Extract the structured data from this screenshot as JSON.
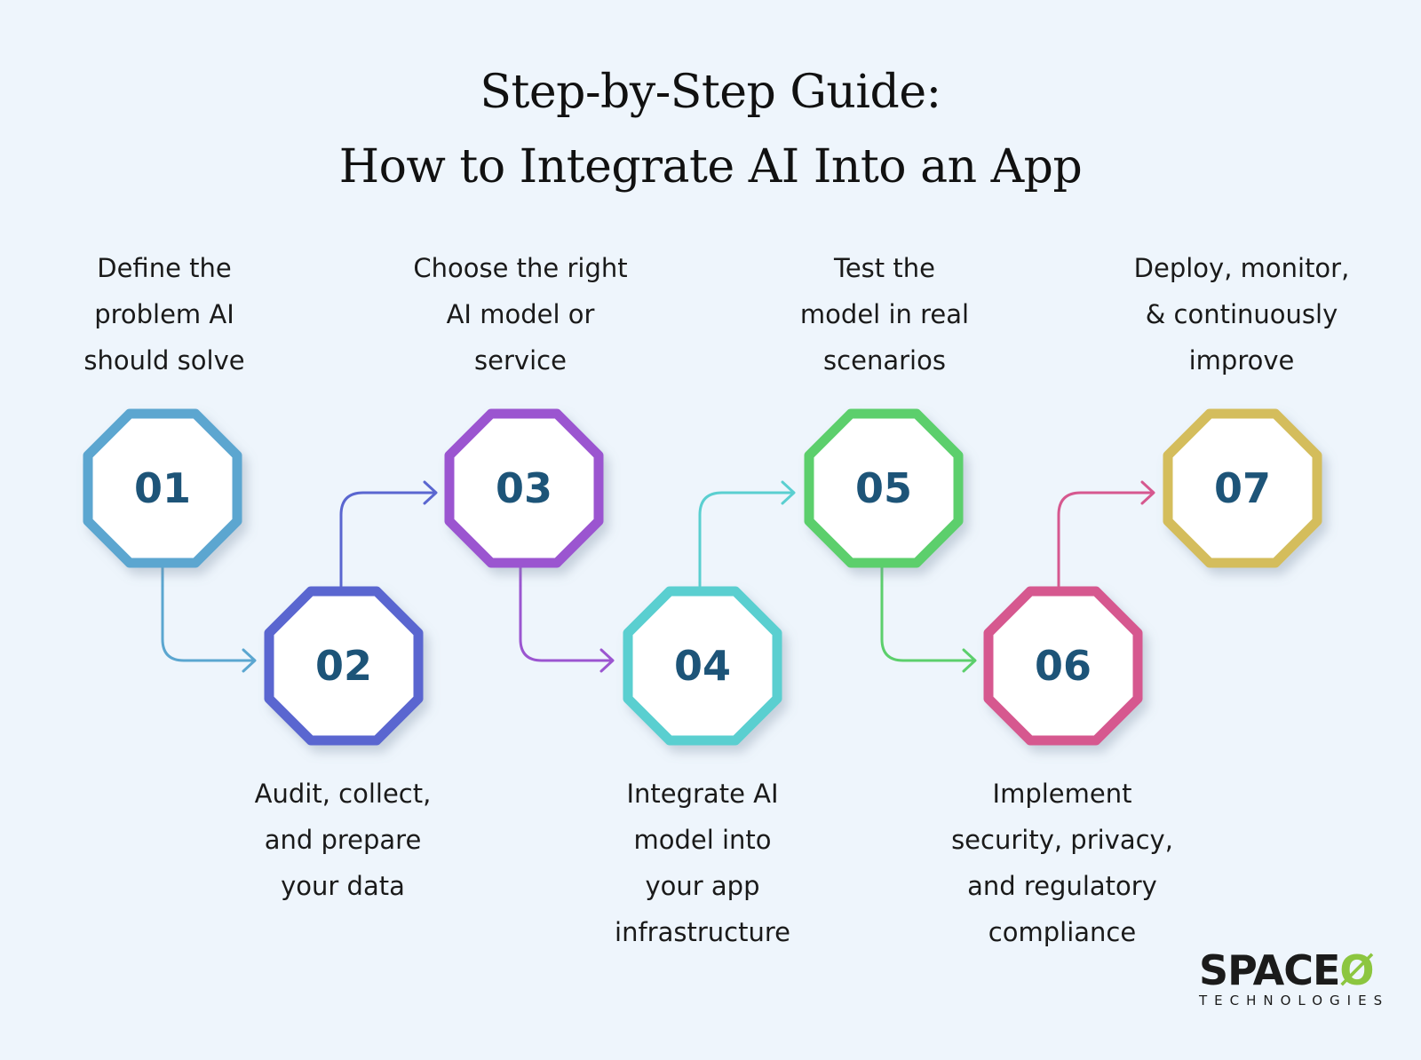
{
  "title": {
    "line1": "Step-by-Step Guide:",
    "line2": "How to Integrate AI Into an App"
  },
  "steps": [
    {
      "number": "01",
      "color": "#5ba6d0",
      "label_lines": [
        "Define the",
        "problem AI",
        "should solve"
      ]
    },
    {
      "number": "02",
      "color": "#5a66d0",
      "label_lines": [
        "Audit, collect,",
        "and prepare",
        "your data"
      ]
    },
    {
      "number": "03",
      "color": "#9b55d0",
      "label_lines": [
        "Choose the right",
        "AI model or",
        "service"
      ]
    },
    {
      "number": "04",
      "color": "#5acfd0",
      "label_lines": [
        "Integrate AI",
        "model into",
        "your app",
        "infrastructure"
      ]
    },
    {
      "number": "05",
      "color": "#5ccf6c",
      "label_lines": [
        "Test the",
        "model in real",
        "scenarios"
      ]
    },
    {
      "number": "06",
      "color": "#d6588f",
      "label_lines": [
        "Implement",
        "security, privacy,",
        "and regulatory",
        "compliance"
      ]
    },
    {
      "number": "07",
      "color": "#d4bd5c",
      "label_lines": [
        "Deploy, monitor,",
        "& continuously",
        "improve"
      ]
    }
  ],
  "logo": {
    "main": "SPACE",
    "mark": "Ø",
    "sub": "TECHNOLOGIES"
  }
}
